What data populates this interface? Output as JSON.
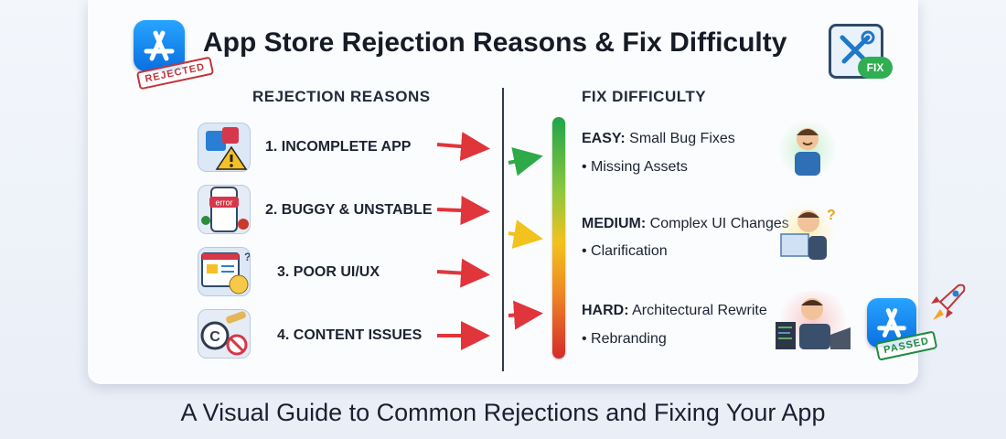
{
  "title": "App Store Rejection Reasons & Fix Difficulty",
  "stamps": {
    "rejected": "REJECTED",
    "passed": "PASSED"
  },
  "fix_badge": "FIX",
  "columns": {
    "left_heading": "REJECTION REASONS",
    "right_heading": "FIX DIFFICULTY"
  },
  "reasons": [
    {
      "label": "1. INCOMPLETE APP",
      "icon": "puzzle-warning-icon"
    },
    {
      "label": "2. BUGGY & UNSTABLE",
      "icon": "phone-error-bugs-icon",
      "icon_text": "error"
    },
    {
      "label": "3. POOR UI/UX",
      "icon": "confused-ui-icon"
    },
    {
      "label": "4. CONTENT ISSUES",
      "icon": "copyright-prohibited-icon"
    }
  ],
  "difficulty": [
    {
      "level": "EASY:",
      "text": "Small Bug Fixes",
      "sub": "• Missing Assets",
      "color": "#1ea548"
    },
    {
      "level": "MEDIUM:",
      "text": "Complex UI Changes",
      "sub": "• Clarification",
      "color": "#f2c21d"
    },
    {
      "level": "HARD:",
      "text": "Architectural Rewrite",
      "sub": "• Rebranding",
      "color": "#d42a2a"
    }
  ],
  "colors": {
    "arrow_red": "#e0353a",
    "arrow_green": "#2eaa48",
    "arrow_yellow": "#f2c21d",
    "app_blue": "#1488f0"
  },
  "footer": "A Visual Guide to Common Rejections and Fixing Your App"
}
